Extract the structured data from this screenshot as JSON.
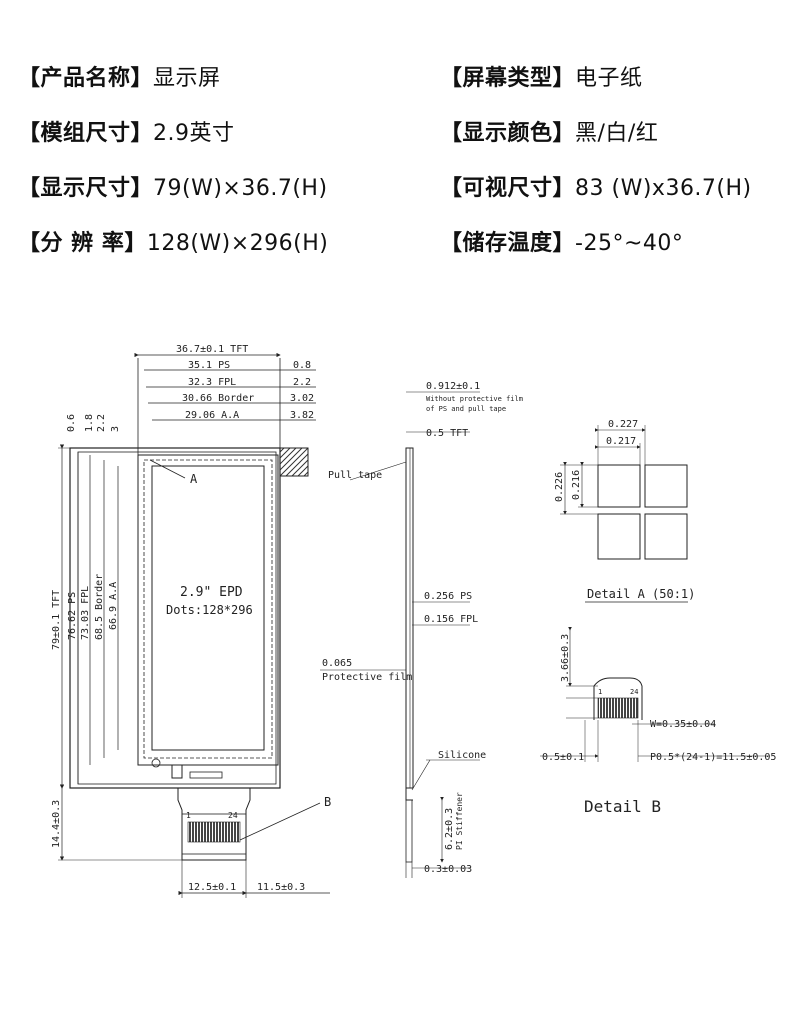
{
  "specs": [
    {
      "label": "【产品名称】",
      "value": "显示屏"
    },
    {
      "label": "【屏幕类型】",
      "value": "电子纸"
    },
    {
      "label": "【模组尺寸】",
      "value": "2.9英寸"
    },
    {
      "label": "【显示颜色】",
      "value": "黑/白/红"
    },
    {
      "label": "【显示尺寸】",
      "value": "79(W)×36.7(H)"
    },
    {
      "label": "【可视尺寸】",
      "value": "83 (W)x36.7(H)"
    },
    {
      "label": "【分  辨  率】",
      "value": "128(W)×296(H)"
    },
    {
      "label": "【储存温度】",
      "value": "-25°~40°"
    }
  ],
  "front": {
    "top_dims": [
      "36.7±0.1 TFT",
      "35.1 PS",
      "32.3 FPL",
      "30.66 Border",
      "29.06 A.A"
    ],
    "right_dims": [
      "0.8",
      "2.2",
      "3.02",
      "3.82"
    ],
    "left_small": [
      "0.6",
      "1.8",
      "2.2",
      "3"
    ],
    "vert_dims": [
      "79±0.1 TFT",
      "76.62 PS",
      "73.03 FPL",
      "68.5 Border",
      "66.9 A.A"
    ],
    "center_title": "2.9\" EPD",
    "center_dots": "Dots:128*296",
    "callout_a": "A",
    "callout_b": "B",
    "fpc_left": "14.4±0.3",
    "fpc_bottom_left": "12.5±0.1",
    "fpc_bottom_right": "11.5±0.3",
    "pin1": "1",
    "pin24": "24"
  },
  "side": {
    "t1": "0.912±0.1",
    "t1_note1": "Without protective film",
    "t1_note2": "of PS and pull tape",
    "t2": "0.5 TFT",
    "pull_tape": "Pull tape",
    "ps": "0.256 PS",
    "fpl": "0.156 FPL",
    "prot_val": "0.065",
    "prot_label": "Protective film",
    "silicone": "Silicone",
    "stiff_len": "6.2±0.3",
    "stiff_label": "PI Stiffener",
    "bottom": "0.3±0.03"
  },
  "detail_a": {
    "w1": "0.227",
    "w2": "0.217",
    "h1": "0.226",
    "h2": "0.216",
    "title": "Detail A (50:1)"
  },
  "detail_b": {
    "h": "3.66±0.3",
    "pin1": "1",
    "pin24": "24",
    "w": "W=0.35±0.04",
    "left": "0.5±0.1",
    "pitch": "P0.5*(24-1)=11.5±0.05",
    "title": "Detail B"
  }
}
